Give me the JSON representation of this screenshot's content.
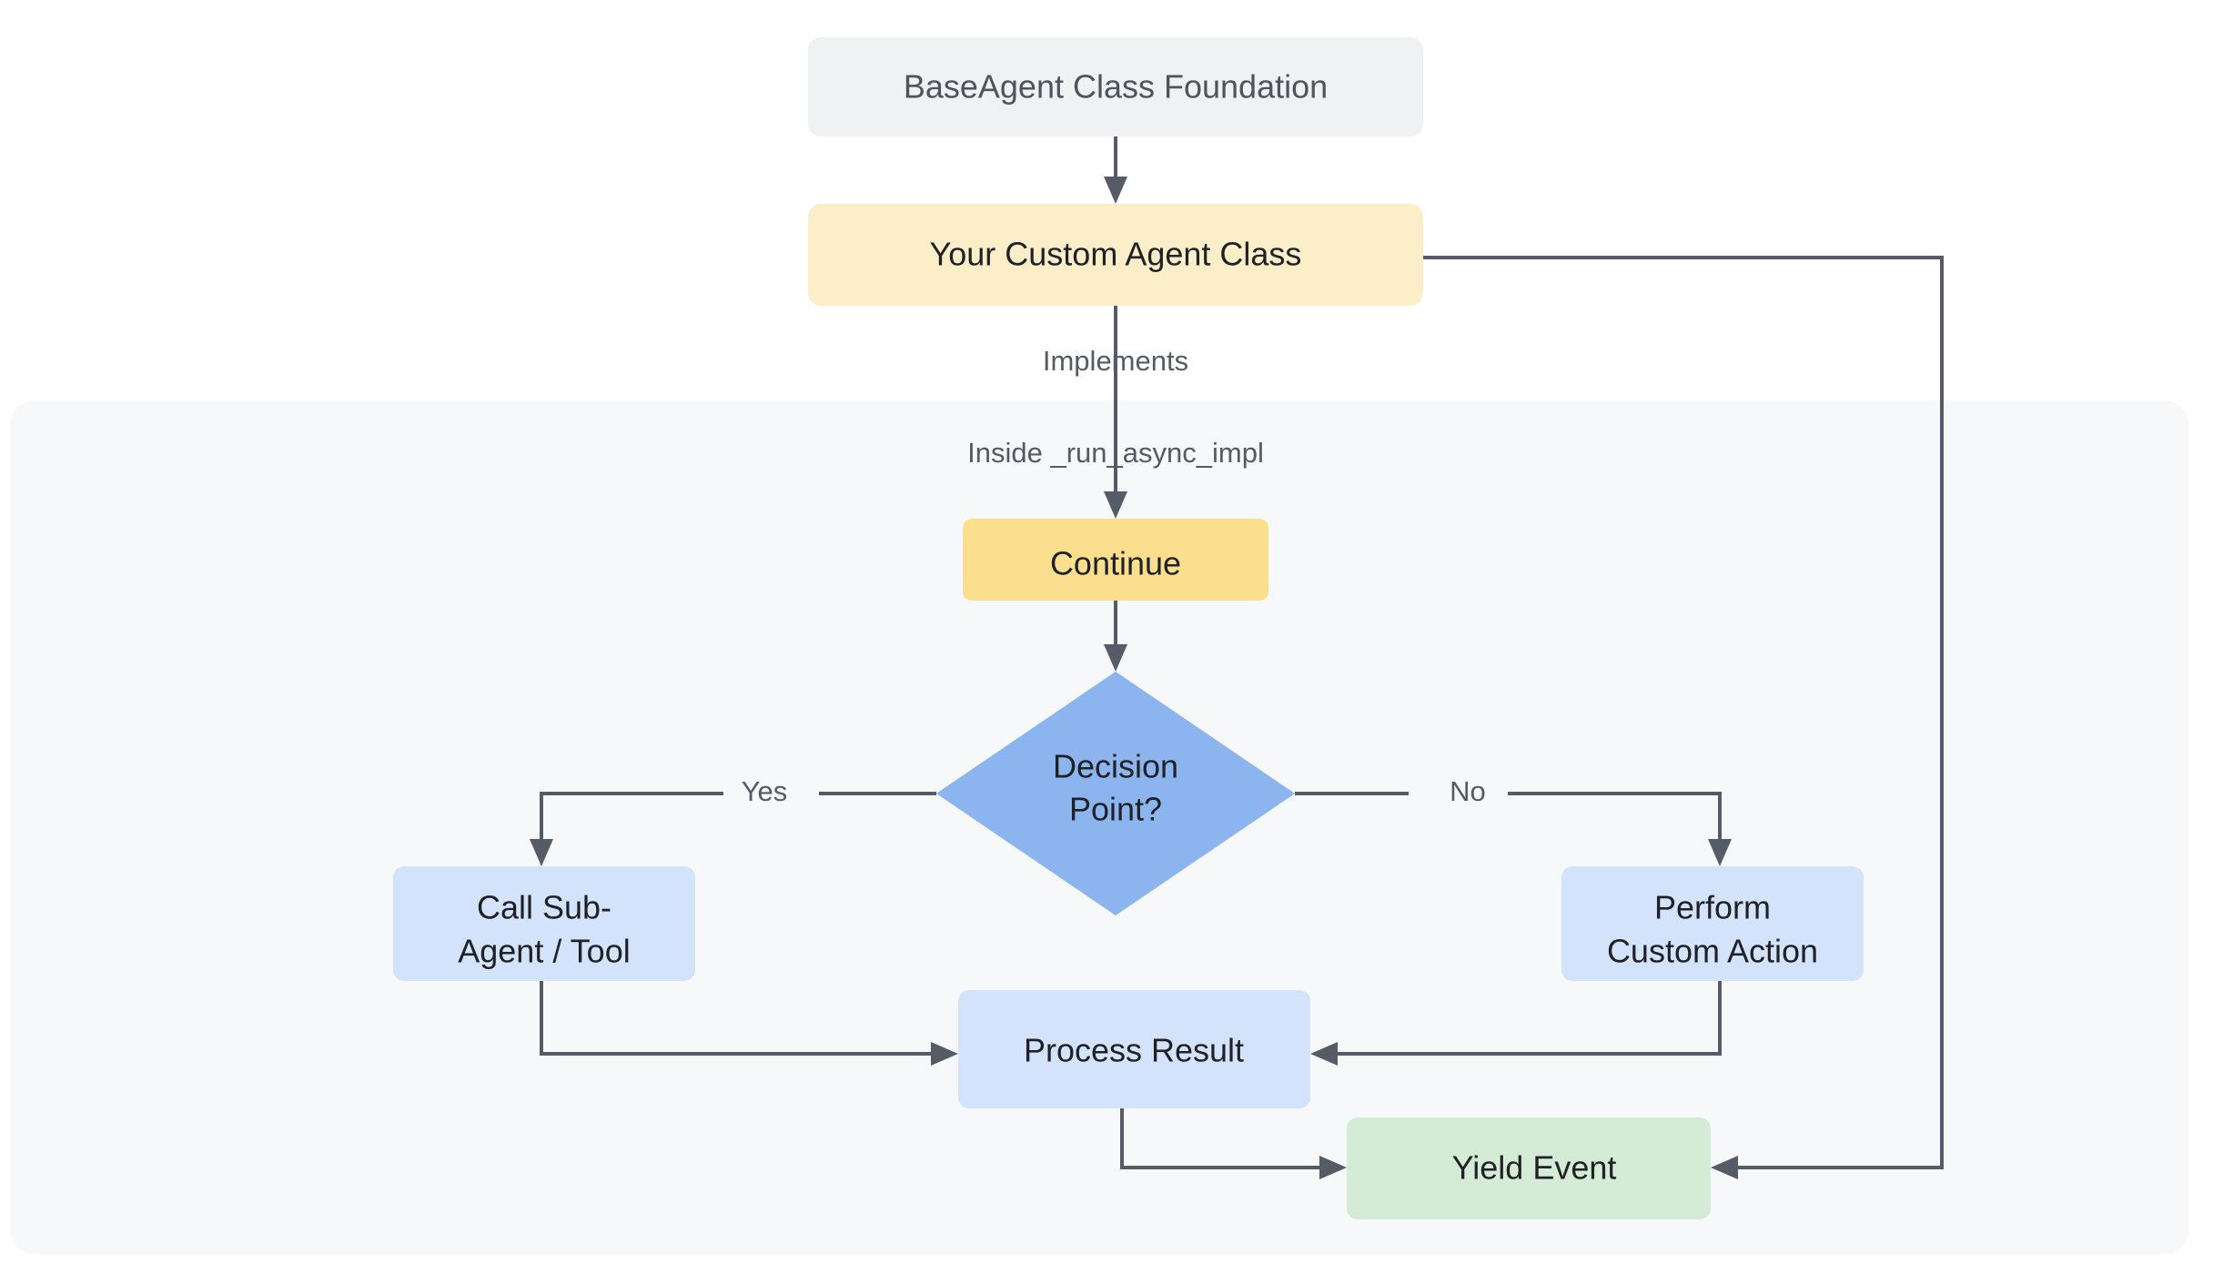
{
  "diagram": {
    "title": "BaseAgent custom agent flow",
    "background_color": "#ffffff",
    "subgraph": {
      "label": "",
      "fill_color": "#f6f8fa"
    },
    "nodes": [
      {
        "id": "base_agent",
        "label": "BaseAgent Class Foundation",
        "shape": "rounded-rect",
        "fill_color": "#eff1f3",
        "text_color": "#4e545c"
      },
      {
        "id": "custom_agent",
        "label": "Your Custom Agent Class",
        "shape": "rounded-rect",
        "fill_color": "#fbeec8",
        "text_color": "#1f2125"
      },
      {
        "id": "continue",
        "label": "Continue",
        "shape": "rounded-rect",
        "fill_color": "#fbdf8f",
        "text_color": "#1f2125"
      },
      {
        "id": "decision",
        "label_line1": "Decision",
        "label_line2": "Point?",
        "shape": "diamond",
        "fill_color": "#8cb4ef",
        "text_color": "#1f2125"
      },
      {
        "id": "call_sub_agent",
        "label_line1": "Call Sub-",
        "label_line2": "Agent / Tool",
        "shape": "rounded-rect",
        "fill_color": "#d4e3fc",
        "text_color": "#1f2125"
      },
      {
        "id": "custom_action",
        "label_line1": "Perform",
        "label_line2": "Custom Action",
        "shape": "rounded-rect",
        "fill_color": "#d4e3fc",
        "text_color": "#1f2125"
      },
      {
        "id": "process_result",
        "label": "Process Result",
        "shape": "rounded-rect",
        "fill_color": "#d4e3fc",
        "text_color": "#1f2125"
      },
      {
        "id": "yield_event",
        "label": "Yield Event",
        "shape": "rounded-rect",
        "fill_color": "#d4ecd5",
        "text_color": "#1f2125"
      }
    ],
    "edges": [
      {
        "id": "e1",
        "from": "base_agent",
        "to": "custom_agent",
        "label": ""
      },
      {
        "id": "e2",
        "from": "custom_agent",
        "to": "continue",
        "label": "Implements"
      },
      {
        "id": "e3",
        "from": "custom_agent",
        "to": "continue",
        "label": "Inside _run_async_impl"
      },
      {
        "id": "e4",
        "from": "continue",
        "to": "decision",
        "label": ""
      },
      {
        "id": "e5",
        "from": "decision",
        "to": "call_sub_agent",
        "label": "Yes"
      },
      {
        "id": "e6",
        "from": "decision",
        "to": "custom_action",
        "label": "No"
      },
      {
        "id": "e7",
        "from": "call_sub_agent",
        "to": "process_result",
        "label": ""
      },
      {
        "id": "e8",
        "from": "custom_action",
        "to": "process_result",
        "label": ""
      },
      {
        "id": "e9",
        "from": "process_result",
        "to": "yield_event",
        "label": ""
      },
      {
        "id": "e10",
        "from": "custom_agent",
        "to": "yield_event",
        "label": ""
      }
    ],
    "edge_color": "#555c66"
  }
}
